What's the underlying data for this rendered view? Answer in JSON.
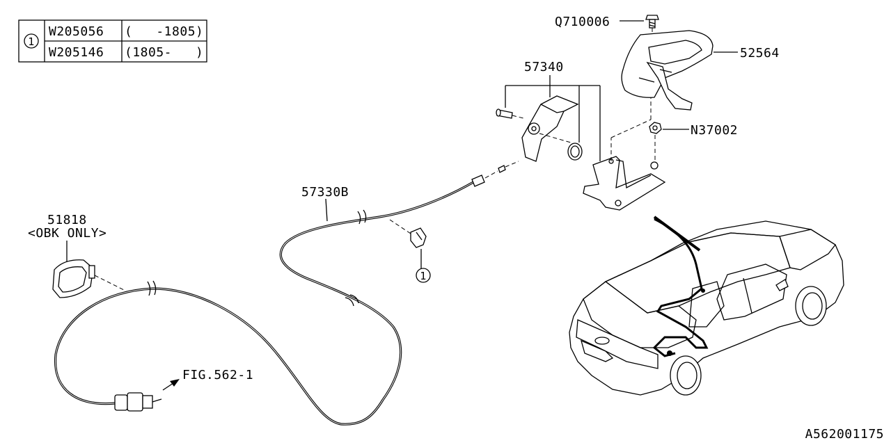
{
  "ref_table": {
    "ref_symbol": "1",
    "rows": [
      {
        "part": "W205056",
        "range": "(   -1805)"
      },
      {
        "part": "W205146",
        "range": "(1805-   )"
      }
    ]
  },
  "labels": {
    "bolt": "Q710006",
    "cover": "52564",
    "lever_assy": "57340",
    "nut": "N37002",
    "cable": "57330B",
    "grommet": "51818",
    "grommet_note": "<OBK ONLY>",
    "clip_ref": "1",
    "fig_ref": "FIG.562-1",
    "diagram_id": "A562001175"
  }
}
